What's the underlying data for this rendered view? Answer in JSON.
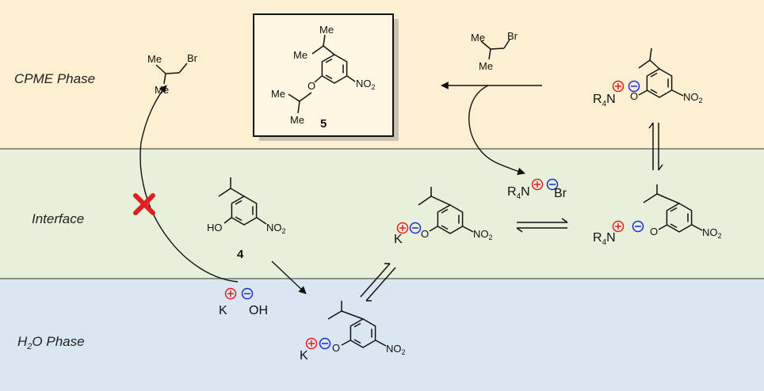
{
  "phases": {
    "cpme": {
      "label": "CPME Phase",
      "color": "#fdf0d2"
    },
    "interface": {
      "label": "Interface",
      "color": "#e7f0da"
    },
    "h2o": {
      "label_main": "H",
      "label_sub": "2",
      "label_rest": "O Phase",
      "color": "#dbe6f3"
    }
  },
  "separator_color": "#707070",
  "charge_colors": {
    "positive": "#e02020",
    "negative": "#1a2fd0"
  },
  "inhibited_color": "#e02020",
  "symbols": {
    "plus": "+",
    "minus": "−"
  },
  "atoms": {
    "me": "Me",
    "br": "Br",
    "o": "O",
    "ho": "HO",
    "k": "K",
    "oh": "OH",
    "r4n_r": "R",
    "r4n_sub": "4",
    "r4n_n": "N",
    "no2_n": "NO",
    "no2_sub": "2"
  },
  "compounds": {
    "product_number": "5",
    "phenol_number": "4"
  }
}
